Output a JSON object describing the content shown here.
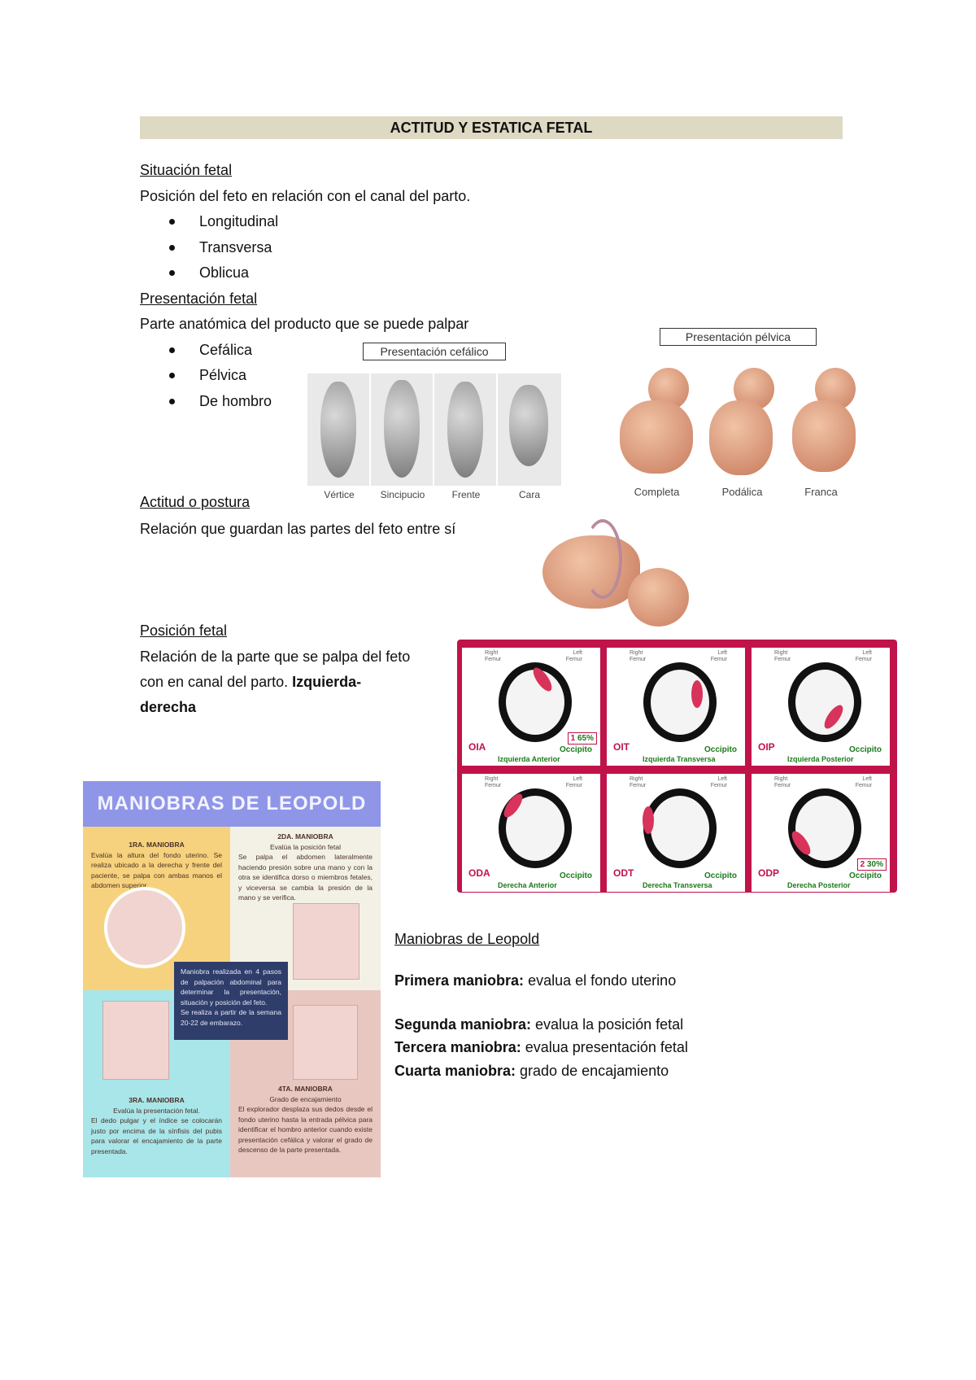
{
  "title": "ACTITUD Y ESTATICA FETAL",
  "situacion": {
    "heading": "Situación fetal",
    "text": "Posición del feto en relación con el canal del parto.",
    "items": [
      "Longitudinal",
      "Transversa",
      "Oblicua"
    ]
  },
  "presentacion": {
    "heading": "Presentación fetal",
    "text": "Parte anatómica del producto que se puede palpar",
    "items": [
      "Cefálica",
      "Pélvica",
      "De hombro"
    ],
    "cefalica_label": "Presentación cefálico",
    "cefalica_captions": [
      "Vértice",
      "Sincipucio",
      "Frente",
      "Cara"
    ],
    "pelvica_label": "Presentación pélvica",
    "pelvica_captions": [
      "Completa",
      "Podálica",
      "Franca"
    ]
  },
  "actitud": {
    "heading": "Actitud o postura",
    "text": "Relación que guardan las partes del feto entre sí"
  },
  "posicion": {
    "heading": "Posición fetal",
    "text_1": "Relación de la parte que se palpa del feto",
    "text_2": "con en canal del parto.",
    "bold_1": "Izquierda-",
    "bold_2": "derecha",
    "diagram": {
      "colors": {
        "frame": "#c0134a",
        "occiput": "#d8335a",
        "label_green": "#1b7a1b"
      },
      "cells": [
        {
          "code": "OIA",
          "occipito": "Occipito",
          "desc": "Izquierda Anterior",
          "rank": "1",
          "pct": "65%"
        },
        {
          "code": "OIT",
          "occipito": "Occipito",
          "desc": "Izquierda Transversa"
        },
        {
          "code": "OIP",
          "occipito": "Occipito",
          "desc": "Izquierda Posterior"
        },
        {
          "code": "ODA",
          "occipito": "Occipito",
          "desc": "Derecha Anterior"
        },
        {
          "code": "ODT",
          "occipito": "Occipito",
          "desc": "Derecha Transversa"
        },
        {
          "code": "ODP",
          "occipito": "Occipito",
          "desc": "Derecha Posterior",
          "rank": "2",
          "pct": "30%"
        }
      ],
      "femur_right": "Right Femur",
      "femur_left": "Left Femur"
    }
  },
  "poster": {
    "title": "MANIOBRAS DE LEOPOLD",
    "colors": {
      "header": "#8f96e8",
      "q1": "#f7d27e",
      "q2": "#f3f1e6",
      "q3": "#a9e6ea",
      "q4": "#e8c7c0",
      "center": "#2f3d6b"
    },
    "q1": {
      "title": "1RA. MANIOBRA",
      "text": "Evalúa la altura del fondo uterino. Se realiza ubicado a la derecha y frente del paciente, se palpa con ambas manos el abdomen superior."
    },
    "q2": {
      "title": "2DA. MANIOBRA",
      "subtitle": "Evalúa la posición fetal",
      "text": "Se palpa el abdomen lateralmente haciendo presión sobre una mano y con la otra se identifica dorso o miembros fetales, y viceversa se cambia la presión de la mano y se verifica."
    },
    "center": {
      "text_1": "Maniobra realizada en 4 pasos de palpación abdominal para determinar la presentación, situación y posición del feto.",
      "text_2": "Se realiza a partir de la semana 20-22 de embarazo."
    },
    "q3": {
      "title": "3RA. MANIOBRA",
      "subtitle": "Evalúa la presentación fetal.",
      "text": "El dedo pulgar y el índice se colocarán justo por encima de la sínfisis del pubis para valorar el encajamiento de la parte presentada."
    },
    "q4": {
      "title": "4TA. MANIOBRA",
      "subtitle": "Grado de encajamiento",
      "text": "El explorador desplaza sus dedos desde el fondo uterino hasta la entrada pélvica para identificar el hombro anterior cuando existe presentación cefálica y valorar el grado de descenso de la parte presentada."
    }
  },
  "leopold": {
    "heading": "Maniobras de Leopold",
    "items": [
      {
        "label": "Primera maniobra:",
        "text": " evalua el fondo uterino"
      },
      {
        "label": "Segunda maniobra:",
        "text": " evalua la posición fetal"
      },
      {
        "label": "Tercera maniobra:",
        "text": " evalua presentación fetal"
      },
      {
        "label": "Cuarta maniobra:",
        "text": " grado de encajamiento"
      }
    ]
  }
}
